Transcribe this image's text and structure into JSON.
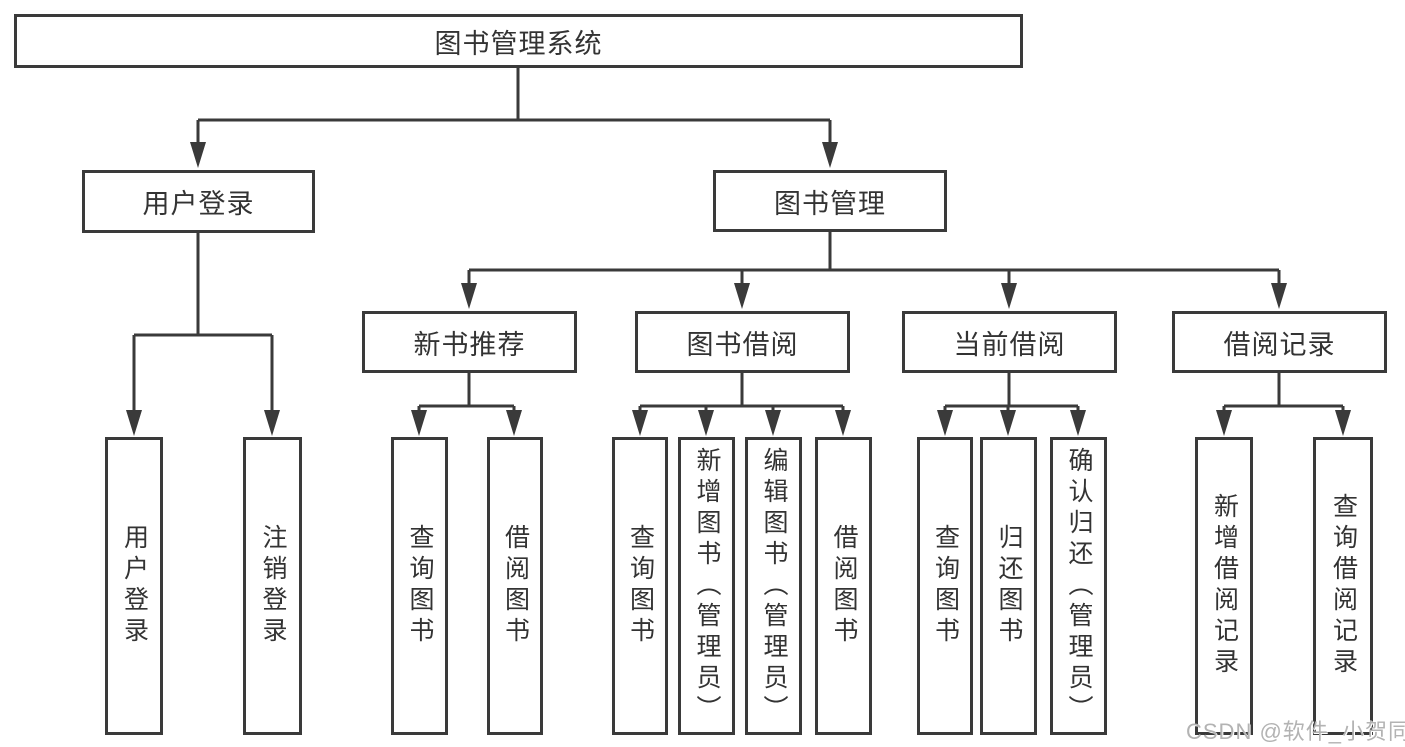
{
  "colors": {
    "line": "#3a3a3a",
    "box_border": "#3a3a3a",
    "text": "#333333",
    "background": "#ffffff",
    "watermark": "#b3b3b3"
  },
  "tree": {
    "root": "图书管理系统",
    "branches": [
      {
        "label": "用户登录",
        "children": [
          "用户登录",
          "注销登录"
        ]
      },
      {
        "label": "图书管理",
        "groups": [
          {
            "label": "新书推荐",
            "children": [
              "查询图书",
              "借阅图书"
            ]
          },
          {
            "label": "图书借阅",
            "children": [
              "查询图书",
              "新增图书（管理员）",
              "编辑图书（管理员）",
              "借阅图书"
            ]
          },
          {
            "label": "当前借阅",
            "children": [
              "查询图书",
              "归还图书",
              "确认归还（管理员）"
            ]
          },
          {
            "label": "借阅记录",
            "children": [
              "新增借阅记录",
              "查询借阅记录"
            ]
          }
        ]
      }
    ]
  },
  "watermark": {
    "text": "CSDN @软件_小贺同学"
  }
}
